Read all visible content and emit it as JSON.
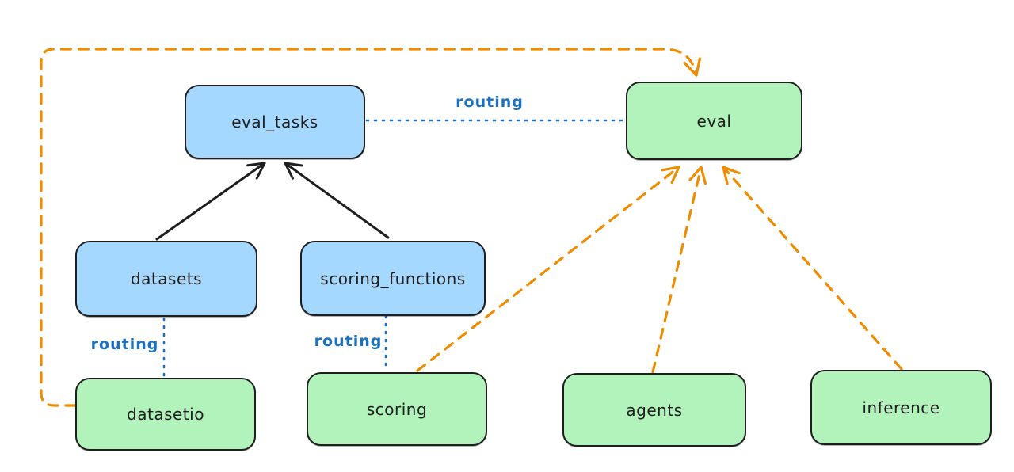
{
  "diagram": {
    "background": "#ffffff",
    "colors": {
      "bg": "#ffffff",
      "blue_node_fill": "#a5d8ff",
      "green_node_fill": "#b2f2bb",
      "node_stroke": "#1e1e1e",
      "text": "#1e1e1e",
      "routing_blue": "#1971c2",
      "orange": "#f08c00"
    },
    "nodes": {
      "eval_tasks": {
        "label": "eval_tasks",
        "color": "blue"
      },
      "eval": {
        "label": "eval",
        "color": "green"
      },
      "datasets": {
        "label": "datasets",
        "color": "blue"
      },
      "scoring_functions": {
        "label": "scoring_functions",
        "color": "blue"
      },
      "datasetio": {
        "label": "datasetio",
        "color": "green"
      },
      "scoring": {
        "label": "scoring",
        "color": "green"
      },
      "agents": {
        "label": "agents",
        "color": "green"
      },
      "inference": {
        "label": "inference",
        "color": "green"
      }
    },
    "edges": [
      {
        "from": "datasets",
        "to": "eval_tasks",
        "style": "solid",
        "color": "black",
        "arrow": true,
        "label": ""
      },
      {
        "from": "scoring_functions",
        "to": "eval_tasks",
        "style": "solid",
        "color": "black",
        "arrow": true,
        "label": ""
      },
      {
        "from": "eval_tasks",
        "to": "eval",
        "style": "dotted",
        "color": "blue",
        "arrow": false,
        "label": "routing"
      },
      {
        "from": "datasets",
        "to": "datasetio",
        "style": "dotted",
        "color": "blue",
        "arrow": false,
        "label": "routing"
      },
      {
        "from": "scoring_functions",
        "to": "scoring",
        "style": "dotted",
        "color": "blue",
        "arrow": false,
        "label": "routing"
      },
      {
        "from": "datasetio",
        "to": "eval",
        "style": "dashed",
        "color": "orange",
        "arrow": true,
        "label": "",
        "route": "around-left-and-top"
      },
      {
        "from": "scoring",
        "to": "eval",
        "style": "dashed",
        "color": "orange",
        "arrow": true,
        "label": ""
      },
      {
        "from": "agents",
        "to": "eval",
        "style": "dashed",
        "color": "orange",
        "arrow": true,
        "label": ""
      },
      {
        "from": "inference",
        "to": "eval",
        "style": "dashed",
        "color": "orange",
        "arrow": true,
        "label": ""
      }
    ]
  }
}
